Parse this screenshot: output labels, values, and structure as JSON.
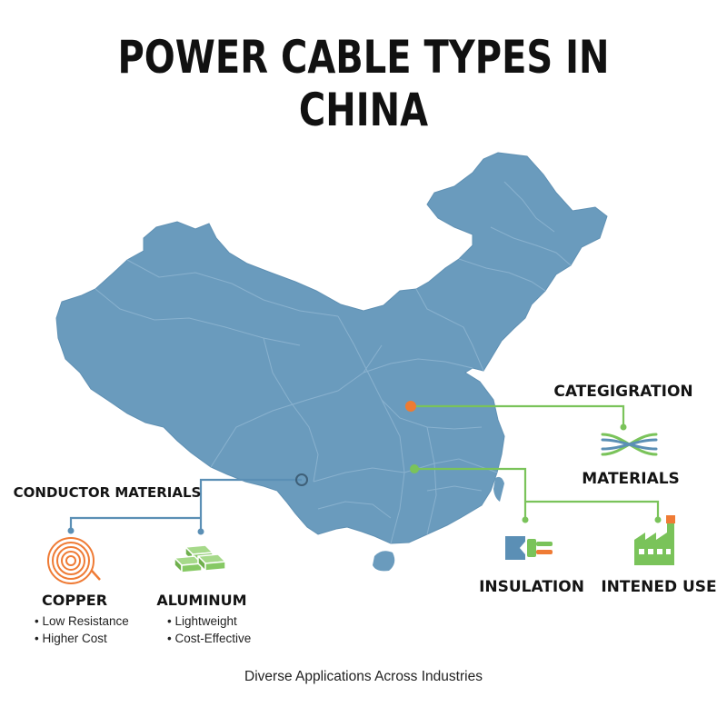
{
  "title": "POWER CABLE TYPES IN CHINA",
  "footer": "Diverse Applications Across Industries",
  "colors": {
    "map_fill": "#6a9bbd",
    "map_border": "#8fb6d2",
    "line_green": "#7ac35a",
    "line_blue": "#5b8fb5",
    "dot_orange": "#ee7b32",
    "copper_orange": "#ef7b35",
    "aluminum_green": "#86c964"
  },
  "categorization": {
    "label": "CATEGIGRATION"
  },
  "materials": {
    "label": "MATERIALS",
    "icon": "crossing-wires-icon"
  },
  "insulation": {
    "label": "INSULATION",
    "icon": "cable-insulation-icon"
  },
  "intended_use": {
    "label": "INTENED USE",
    "icon": "factory-icon"
  },
  "conductor": {
    "label": "CONDUCTOR MATERIALS",
    "copper": {
      "label": "COPPER",
      "icon": "copper-coil-icon",
      "bullets": [
        "• Low Resistance",
        "• Higher Cost"
      ]
    },
    "aluminum": {
      "label": "ALUMINUM",
      "icon": "aluminum-ingots-icon",
      "bullets": [
        "• Lightweight",
        "• Cost-Effective"
      ]
    }
  }
}
